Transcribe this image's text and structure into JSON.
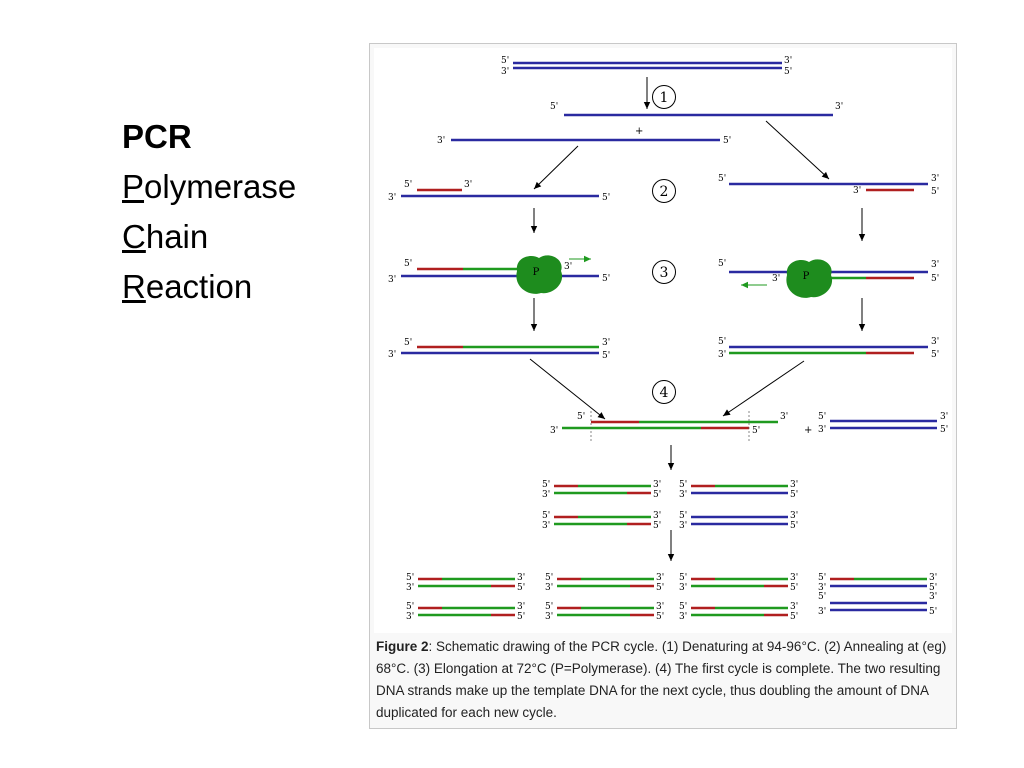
{
  "title": {
    "heading": "PCR",
    "words": [
      {
        "initial": "P",
        "rest": "olymerase"
      },
      {
        "initial": "C",
        "rest": "hain"
      },
      {
        "initial": "R",
        "rest": "eaction"
      }
    ]
  },
  "diagram": {
    "steps": [
      "1",
      "2",
      "3",
      "4"
    ],
    "polymerase_label": "P",
    "end_5": "5'",
    "end_3": "3'",
    "plus": "+",
    "colors": {
      "template": "#2a2aa0",
      "primer": "#b01f1f",
      "new_strand": "#1f9a1f",
      "polymerase": "#1e8c1e"
    }
  },
  "caption": {
    "label": "Figure 2",
    "text": ": Schematic drawing of the PCR cycle. (1) Denaturing at 94-96°C. (2) Annealing at (eg) 68°C. (3) Elongation at 72°C (P=Polymerase). (4) The first cycle is complete. The two resulting DNA strands make up the template DNA for the next cycle, thus doubling the amount of DNA duplicated for each new cycle."
  }
}
